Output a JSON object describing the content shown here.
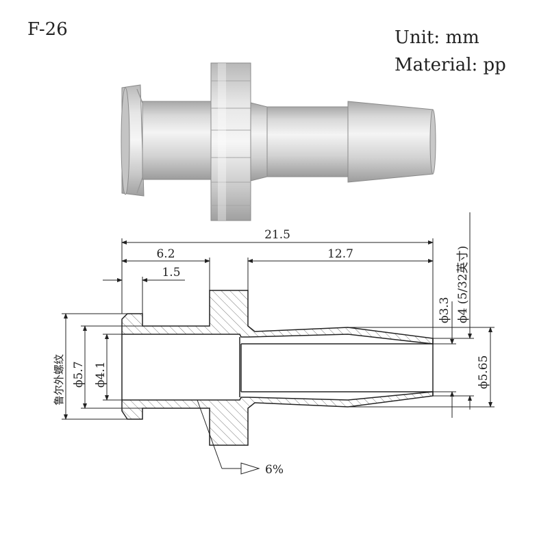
{
  "header": {
    "model": "F-26",
    "unit": "Unit: mm",
    "material": "Material: pp"
  },
  "dimensions": {
    "overall_length": "21.5",
    "flange_length": "6.2",
    "barb_length": "12.7",
    "thread_start": "1.5",
    "bore_small": "ϕ3.3",
    "barb_od": "ϕ4 (5/32英寸)",
    "barb_tip": "ϕ5.65",
    "od_thread": "ϕ5.7",
    "bore_large": "ϕ4.1",
    "luer_thread": "鲁尔外螺纹",
    "taper": "6%"
  },
  "colors": {
    "line": "#222222",
    "body_light": "#dcdcdc",
    "body_dark": "#9a9a9a"
  }
}
